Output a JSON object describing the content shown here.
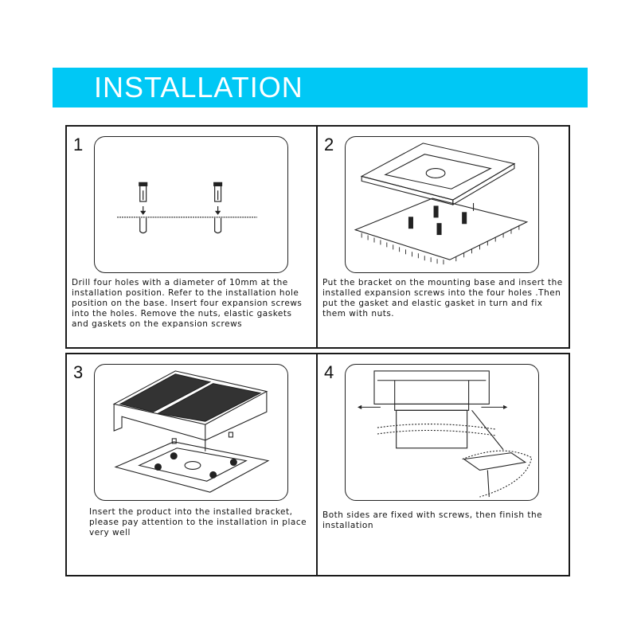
{
  "header": {
    "title": "INSTALLATION",
    "background_color": "#00c8f5",
    "text_color": "#ffffff"
  },
  "steps": [
    {
      "number": "1",
      "caption": "Drill four holes with a diameter of 10mm at the installation position. Refer to the installation hole position on the base. Insert four expansion screws into the holes. Remove the nuts, elastic gaskets and gaskets on the expansion screws",
      "illustration": "expansion-screws-into-drilled-holes"
    },
    {
      "number": "2",
      "caption": "Put the bracket on the mounting base and insert the installed expansion screws into the four holes .Then put the gasket and elastic gasket in turn and fix them with nuts.",
      "illustration": "bracket-over-mounting-base"
    },
    {
      "number": "3",
      "caption": "Insert the product into the installed bracket, please pay attention to the installation in place very well",
      "illustration": "solar-lamp-over-bracket"
    },
    {
      "number": "4",
      "caption": "Both sides are fixed with screws, then finish the installation",
      "illustration": "side-screws-fixing-detail"
    }
  ]
}
